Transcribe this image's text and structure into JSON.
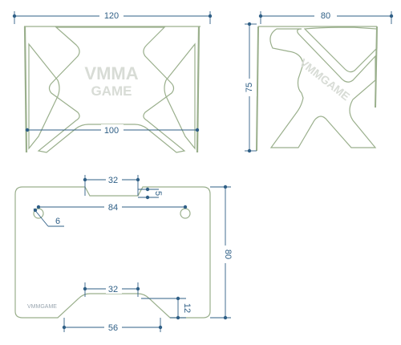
{
  "colors": {
    "outline": "#9aaf8c",
    "dimension": "#2f5f86",
    "logo": "#d8dcd6"
  },
  "front_view": {
    "width_label": "120",
    "inner_width_label": "100",
    "logo_line1": "VMMA",
    "logo_line2": "GAME"
  },
  "side_view": {
    "depth_label": "80",
    "height_label": "75",
    "logo": "VMMGAME"
  },
  "top_view": {
    "notch_top_label": "32",
    "notch_depth_label": "5",
    "hole_spacing_label": "84",
    "hole_diameter_label": "6",
    "depth_label": "80",
    "notch_bottom_label": "32",
    "notch_bottom_wide_label": "56",
    "notch_bottom_depth_label": "12",
    "logo": "VMMGAME"
  }
}
